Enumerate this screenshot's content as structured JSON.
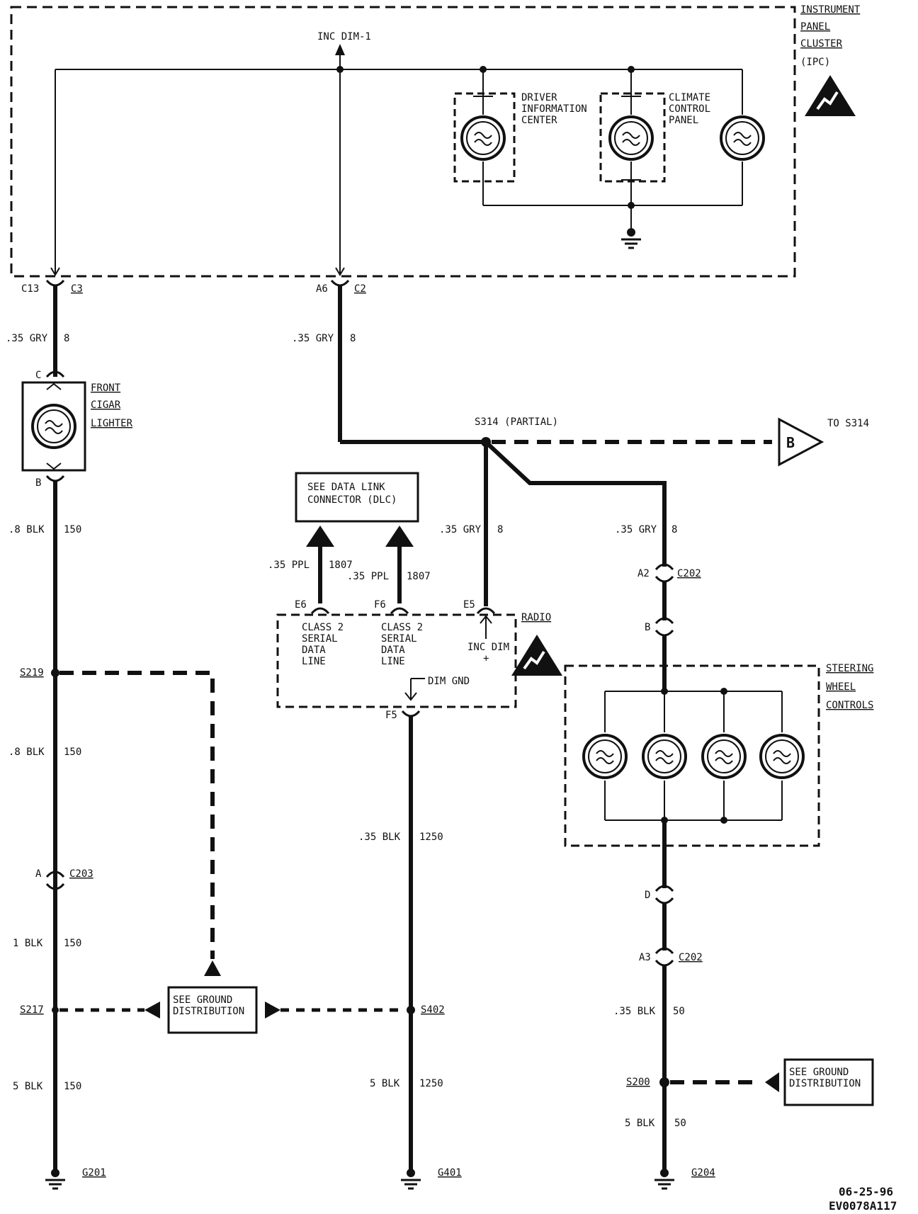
{
  "ipc": {
    "l1": "INSTRUMENT",
    "l2": "PANEL",
    "l3": "CLUSTER",
    "l4": "(IPC)"
  },
  "inc_dim_1": "INC DIM-1",
  "dic": {
    "l1": "DRIVER",
    "l2": "INFORMATION",
    "l3": "CENTER"
  },
  "ccp": {
    "l1": "CLIMATE",
    "l2": "CONTROL",
    "l3": "PANEL"
  },
  "conn": {
    "c13": "C13",
    "c3": "C3",
    "a6": "A6",
    "c2": "C2",
    "c": "C",
    "b": "B",
    "e6": "E6",
    "f6": "F6",
    "e5": "E5",
    "f5": "F5",
    "a2": "A2",
    "c202a": "C202",
    "b2": "B",
    "d": "D",
    "a3": "A3",
    "c202b": "C202",
    "a": "A",
    "c203": "C203"
  },
  "wires": {
    "w1": ".35 GRY",
    "w1n": "8",
    "w2": ".35 GRY",
    "w2n": "8",
    "w3": ".8 BLK",
    "w3n": "150",
    "w4": ".8 BLK",
    "w4n": "150",
    "w5": "1 BLK",
    "w5n": "150",
    "w6": "5 BLK",
    "w6n": "150",
    "w7": ".35 PPL",
    "w7n": "1807",
    "w8": ".35 PPL",
    "w8n": "1807",
    "w9": ".35 GRY",
    "w9n": "8",
    "w10": ".35 GRY",
    "w10n": "8",
    "w11": ".35 BLK",
    "w11n": "1250",
    "w12": "5 BLK",
    "w12n": "1250",
    "w13": ".35 BLK",
    "w13n": "50",
    "w14": "5 BLK",
    "w14n": "50"
  },
  "cigar": {
    "l1": "FRONT",
    "l2": "CIGAR",
    "l3": "LIGHTER"
  },
  "s314": "S314 (PARTIAL)",
  "to_s314": "TO S314",
  "ref_b": "B",
  "dlc": {
    "l1": "SEE DATA LINK",
    "l2": "CONNECTOR (DLC)"
  },
  "radio": {
    "title": "RADIO",
    "c1l1": "CLASS 2",
    "c1l2": "SERIAL",
    "c1l3": "DATA",
    "c1l4": "LINE",
    "c2l1": "CLASS 2",
    "c2l2": "SERIAL",
    "c2l3": "DATA",
    "c2l4": "LINE",
    "inc_dim": "INC DIM",
    "plus": "+",
    "dim_gnd": "DIM GND"
  },
  "swc": {
    "l1": "STEERING",
    "l2": "WHEEL",
    "l3": "CONTROLS"
  },
  "splices": {
    "s219": "S219",
    "s217": "S217",
    "s402": "S402",
    "s200": "S200"
  },
  "ground_box1": {
    "l1": "SEE GROUND",
    "l2": "DISTRIBUTION"
  },
  "ground_box2": {
    "l1": "SEE GROUND",
    "l2": "DISTRIBUTION"
  },
  "grounds": {
    "g201": "G201",
    "g401": "G401",
    "g204": "G204"
  },
  "footer": {
    "date": "06-25-96",
    "code": "EV0078A117"
  }
}
